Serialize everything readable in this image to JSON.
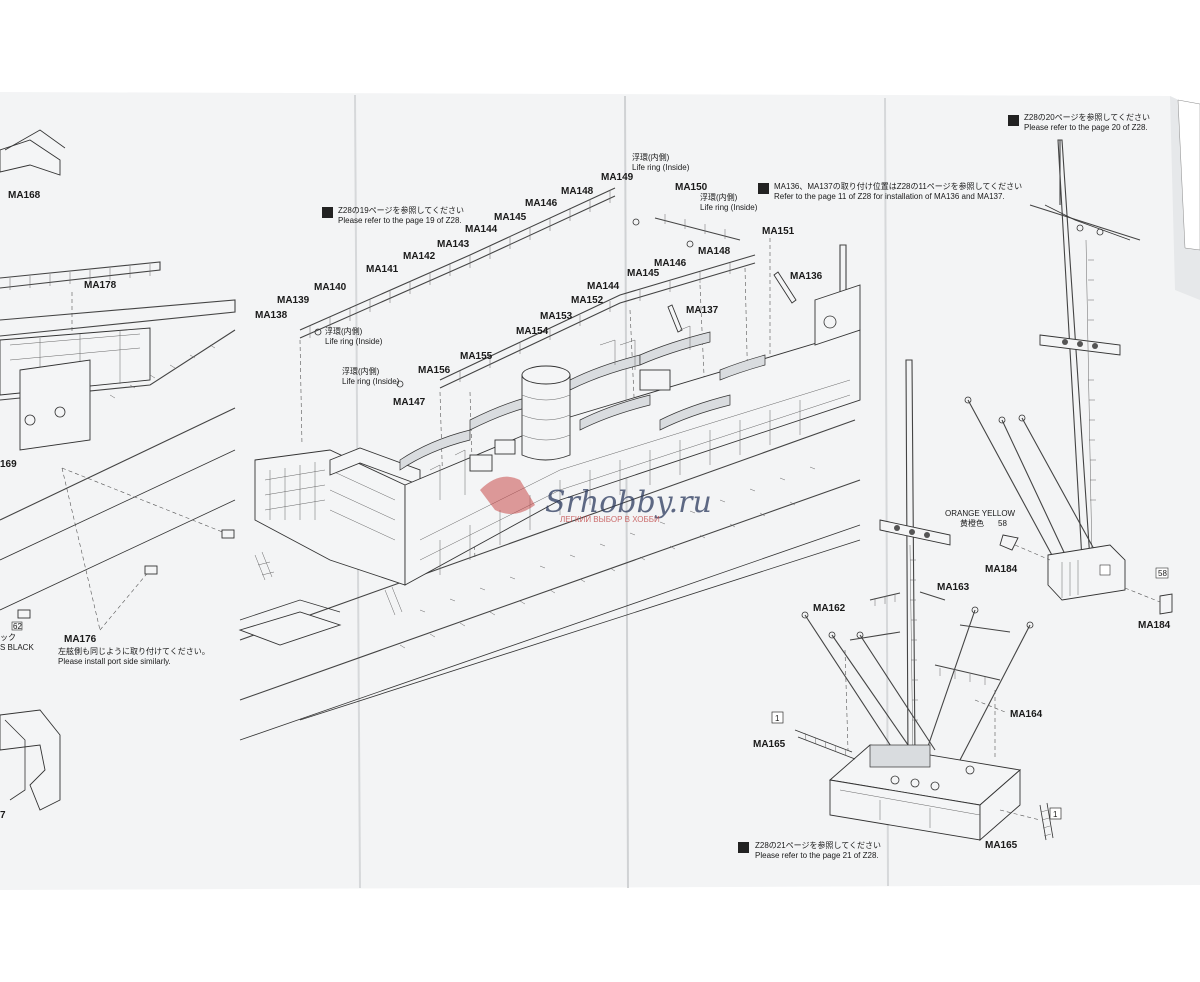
{
  "header_note_right": {
    "jp": "Z28の20ページを参照してください",
    "en": "Please refer to the page 20 of Z28."
  },
  "header_note_center": {
    "jp": "MA136、MA137の取り付け位置はZ28の11ページを参照してください",
    "en": "Refer to the page 11 of Z28 for installation of MA136 and MA137."
  },
  "header_note_left": {
    "jp": "Z28の19ページを参照してください",
    "en": "Please refer to the page 19 of Z28."
  },
  "footer_note": {
    "jp": "Z28の21ページを参照してください",
    "en": "Please refer to the page 21 of Z28."
  },
  "port_side_note": {
    "jp": "左舷側も同じように取り付けてください。",
    "en": "Please install port side similarly."
  },
  "life_ring_inside": {
    "jp": "浮環(内側)",
    "en": "Life ring (Inside)"
  },
  "color_note": {
    "en": "ORANGE YELLOW",
    "jp": "黄橙色",
    "code": "58"
  },
  "left_fragments": [
    "S BLACK",
    "ック",
    "169",
    "7"
  ],
  "badges": [
    "1",
    "1",
    "58",
    "62"
  ],
  "watermark": {
    "text": "Srhobby.ru",
    "sub": "ЛЕГКИЙ ВЫБОР В ХОББИ"
  },
  "parts": {
    "ma168": "MA168",
    "ma178": "MA178",
    "ma176": "MA176",
    "ma138": "MA138",
    "ma139": "MA139",
    "ma140": "MA140",
    "ma141": "MA141",
    "ma142": "MA142",
    "ma143": "MA143",
    "ma144a": "MA144",
    "ma145a": "MA145",
    "ma146a": "MA146",
    "ma148a": "MA148",
    "ma149": "MA149",
    "ma150": "MA150",
    "ma151": "MA151",
    "ma136": "MA136",
    "ma137": "MA137",
    "ma148b": "MA148",
    "ma146b": "MA146",
    "ma145b": "MA145",
    "ma144b": "MA144",
    "ma152": "MA152",
    "ma153": "MA153",
    "ma154": "MA154",
    "ma155": "MA155",
    "ma156": "MA156",
    "ma147": "MA147",
    "ma162": "MA162",
    "ma163": "MA163",
    "ma164": "MA164",
    "ma165a": "MA165",
    "ma165b": "MA165",
    "ma184a": "MA184",
    "ma184b": "MA184"
  },
  "palette": {
    "paper": "#f3f4f5",
    "line": "#333333",
    "shade": "#d9dcdf"
  }
}
